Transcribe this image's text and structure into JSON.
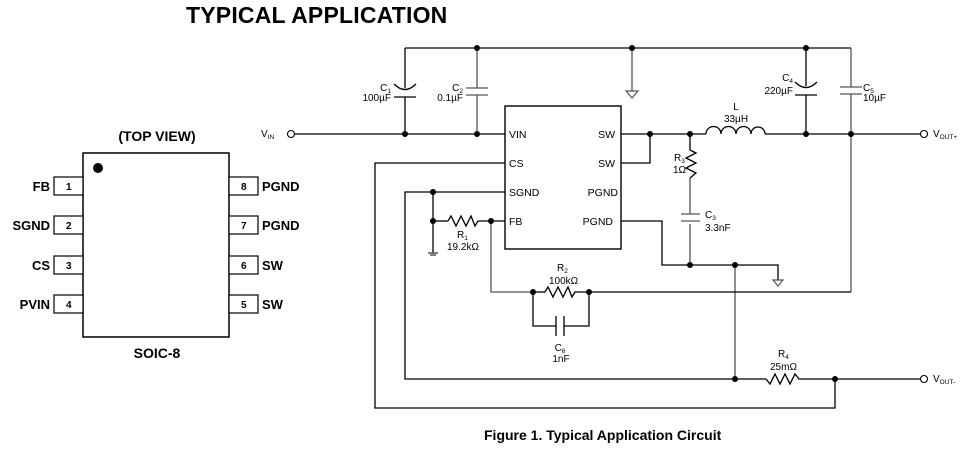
{
  "title": "TYPICAL APPLICATION",
  "caption": "Figure 1. Typical Application Circuit",
  "package": {
    "view_label": "(TOP VIEW)",
    "name": "SOIC-8",
    "left_pins": [
      {
        "num": "1",
        "name": "FB"
      },
      {
        "num": "2",
        "name": "SGND"
      },
      {
        "num": "3",
        "name": "CS"
      },
      {
        "num": "4",
        "name": "PVIN"
      }
    ],
    "right_pins": [
      {
        "num": "8",
        "name": "PGND"
      },
      {
        "num": "7",
        "name": "PGND"
      },
      {
        "num": "6",
        "name": "SW"
      },
      {
        "num": "5",
        "name": "SW"
      }
    ]
  },
  "circuit": {
    "ic_left_pins": [
      "VIN",
      "CS",
      "SGND",
      "FB"
    ],
    "ic_right_pins": [
      "SW",
      "SW",
      "PGND",
      "PGND"
    ],
    "terminals": {
      "vin": {
        "main": "V",
        "sub": "IN"
      },
      "vout_pos": {
        "main": "V",
        "sub": "OUT+"
      },
      "vout_neg": {
        "main": "V",
        "sub": "OUT-"
      }
    },
    "components": {
      "C1": {
        "ref": "C",
        "idx": "1",
        "value": "100µF"
      },
      "C2": {
        "ref": "C",
        "idx": "2",
        "value": "0.1µF"
      },
      "C3": {
        "ref": "C",
        "idx": "3",
        "value": "3.3nF"
      },
      "C4": {
        "ref": "C",
        "idx": "4",
        "value": "220µF"
      },
      "C5": {
        "ref": "C",
        "idx": "5",
        "value": "10µF"
      },
      "C6": {
        "ref": "C",
        "idx": "6",
        "value": "1nF"
      },
      "R1": {
        "ref": "R",
        "idx": "1",
        "value": "19.2kΩ"
      },
      "R2": {
        "ref": "R",
        "idx": "2",
        "value": "100kΩ"
      },
      "R3": {
        "ref": "R",
        "idx": "3",
        "value": "1Ω"
      },
      "R4": {
        "ref": "R",
        "idx": "4",
        "value": "25mΩ"
      },
      "L": {
        "ref": "L",
        "idx": "",
        "value": "33µH"
      }
    }
  }
}
